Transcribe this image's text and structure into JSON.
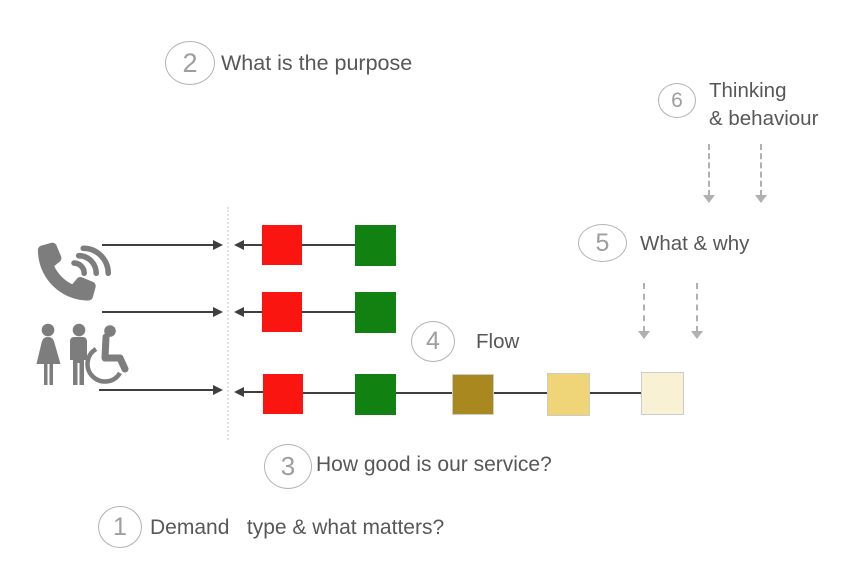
{
  "steps": {
    "s1": {
      "number": "1",
      "label": "Demand   type & what matters?"
    },
    "s2": {
      "number": "2",
      "label": "What is the purpose"
    },
    "s3": {
      "number": "3",
      "label": "How good is our service?"
    },
    "s4": {
      "number": "4",
      "label": "Flow"
    },
    "s5": {
      "number": "5",
      "label": "What & why"
    },
    "s6": {
      "number": "6",
      "label_line1": "Thinking",
      "label_line2": "& behaviour"
    }
  },
  "icons": {
    "phone": "phone-handset with three sound-wave arcs",
    "woman": "woman silhouette",
    "man": "man silhouette",
    "wheelchair_user": "wheelchair-user silhouette"
  },
  "squares": {
    "row1": [
      "red",
      "green"
    ],
    "row2": [
      "red",
      "green"
    ],
    "row3": [
      "red",
      "green",
      "dark_gold",
      "medium_gold",
      "pale_gold"
    ]
  },
  "colors": {
    "red": "#fa1511",
    "green": "#118211",
    "dark_gold": "#a8881f",
    "medium_gold": "#efd478",
    "pale_gold": "#f8f1d4",
    "gold_border": "#cccccc",
    "icon_gray": "#7d7d7d",
    "arrow_dark": "#3f3f3f",
    "dashed_arrow_gray": "#b0b0b0",
    "separator_dotted": "#e0e0e0",
    "circle_border": "#b3b3b3",
    "circle_number": "#9e9e9e",
    "label_text": "#57575a"
  }
}
